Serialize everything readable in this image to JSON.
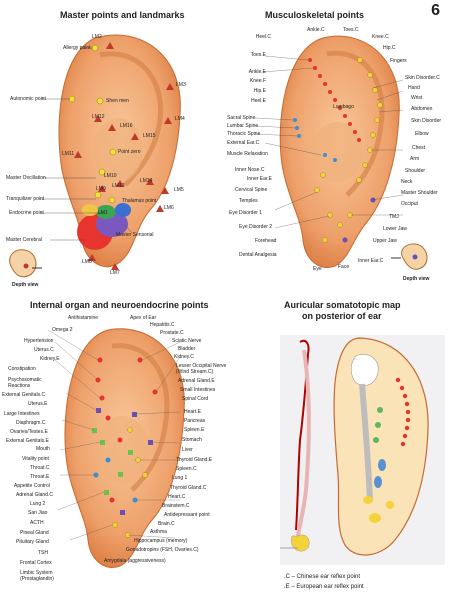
{
  "page_number": "6",
  "panels": {
    "master": {
      "title": "Master points and landmarks",
      "labels": [
        "LM2",
        "Allergy point",
        "LM3",
        "Autonomic point",
        "Shen men",
        "LM4",
        "LM12",
        "LM16",
        "LM15",
        "LM11",
        "Point zero",
        "LM13",
        "LM14",
        "LM10",
        "LM9",
        "LM5",
        "Master Oscillation",
        "Tranquilizer point",
        "Thalamus point",
        "LM6",
        "Endocrine point",
        "LM1",
        "Master Cerebral",
        "Master Sensorial",
        "LM8",
        "LM7"
      ],
      "depth_view": "Depth view"
    },
    "musculo": {
      "title": "Musculoskeletal points",
      "left_labels": [
        "Heel.C",
        "Toes.E",
        "Ankle.E",
        "Knee.F",
        "Hip.E",
        "Heel.E",
        "Sacral Spine",
        "Lumbar Spine",
        "Thoracic Spine",
        "External Ear.C",
        "Muscle Relaxation",
        "Inner Nose.C",
        "Inner Ear.E",
        "Cervical Spine",
        "Temples",
        "Eye Disorder 1",
        "Eye Disorder 2",
        "Forehead",
        "Dental Analgesia"
      ],
      "top_labels": [
        "Ankle.C",
        "Toes.C",
        "Knee.C",
        "Hip.C",
        "Fingers",
        "Lumbago"
      ],
      "right_labels": [
        "Skin Disorder.C",
        "Hand",
        "Wrist",
        "Abdomen",
        "Skin Disorder",
        "Elbow",
        "Chest",
        "Arm",
        "Shoulder",
        "Neck",
        "Master Shoulder",
        "Occiput",
        "TMJ",
        "Lower Jaw",
        "Upper Jaw"
      ],
      "bottom_labels": [
        "Eye",
        "Face",
        "Inner Ear.C"
      ],
      "depth_view": "Depth view"
    },
    "organ": {
      "title": "Internal organ and neuroendocrine points",
      "top_labels": [
        "Antihistamine",
        "Apex of Ear",
        "Hepatitis.C",
        "Prostate.C"
      ],
      "left_labels": [
        "Omega 2",
        "Hypertension",
        "Uterus.C",
        "Kidney.E",
        "Constipation",
        "Psychosomatic Reactions",
        "External Genitals.C",
        "Uterus.E",
        "Large Intestines",
        "Diaphragm.C",
        "Ovaries/Testes.E",
        "External Genitals.E",
        "Mouth",
        "Vitality point",
        "Throat.C",
        "Throat.E",
        "Appetite Control",
        "Adrenal Gland.C",
        "Lung 2",
        "San Jiao",
        "ACTH",
        "Pineal Gland",
        "Pituitary Gland",
        "TSH",
        "Frontal Cortex",
        "Limbic System (Prostaglandin)"
      ],
      "right_labels": [
        "Sciatic Nerve",
        "Bladder",
        "Kidney.C",
        "Lesser Occipital Nerve (Wind Stream.C)",
        "Adrenal Gland.E",
        "Small Intestines",
        "Spinal Cord",
        "Heart.E",
        "Pancreas",
        "Spleen.E",
        "Stomach",
        "Liver",
        "Thyroid Gland.E",
        "Spleen.C",
        "Lung 1",
        "Thyroid Gland.C",
        "Heart.C",
        "Brainstem.C",
        "Antidepressant point",
        "Brain.C",
        "Asthma",
        "Hippocampus (memory)",
        "Gonadotropins (FSH, Ovaries.C)",
        "Amygdala (aggressiveness)"
      ]
    },
    "posterior": {
      "title_line1": "Auricular somatotopic map",
      "title_line2": "on posterior of ear"
    }
  },
  "legend": [
    ".C – Chinese ear reflex point",
    ".E – European ear reflex point"
  ]
}
